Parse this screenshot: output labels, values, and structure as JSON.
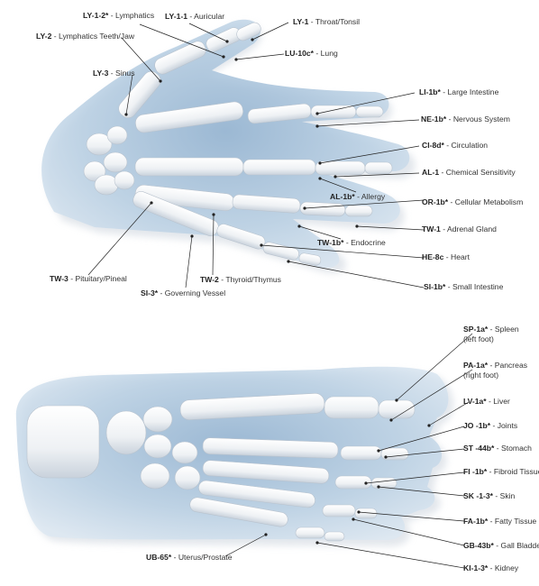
{
  "hand_points": [
    {
      "id": "ly12",
      "code": "LY-1-2*",
      "name": "Lymphatics"
    },
    {
      "id": "ly11",
      "code": "LY-1-1",
      "name": "Auricular"
    },
    {
      "id": "ly1",
      "code": "LY-1",
      "name": "Throat/Tonsil"
    },
    {
      "id": "ly2",
      "code": "LY-2",
      "name": "Lymphatics Teeth/Jaw"
    },
    {
      "id": "lu10c",
      "code": "LU-10c*",
      "name": "Lung"
    },
    {
      "id": "ly3",
      "code": "LY-3",
      "name": "Sinus"
    },
    {
      "id": "li1b",
      "code": "LI-1b*",
      "name": "Large Intestine"
    },
    {
      "id": "ne1b",
      "code": "NE-1b*",
      "name": "Nervous System"
    },
    {
      "id": "ci8d",
      "code": "CI-8d*",
      "name": "Circulation"
    },
    {
      "id": "al1",
      "code": "AL-1",
      "name": "Chemical Sensitivity"
    },
    {
      "id": "al1b",
      "code": "AL-1b*",
      "name": "Allergy"
    },
    {
      "id": "or1b",
      "code": "OR-1b*",
      "name": "Cellular Metabolism"
    },
    {
      "id": "tw1",
      "code": "TW-1",
      "name": "Adrenal Gland"
    },
    {
      "id": "tw1b",
      "code": "TW-1b*",
      "name": "Endocrine"
    },
    {
      "id": "he8c",
      "code": "HE-8c",
      "name": "Heart"
    },
    {
      "id": "tw3",
      "code": "TW-3",
      "name": "Pituitary/Pineal"
    },
    {
      "id": "tw2",
      "code": "TW-2",
      "name": "Thyroid/Thymus"
    },
    {
      "id": "si1b",
      "code": "SI-1b*",
      "name": "Small Intestine"
    },
    {
      "id": "si3",
      "code": "SI-3*",
      "name": "Governing Vessel"
    }
  ],
  "foot_points": [
    {
      "id": "sp1a",
      "code": "SP-1a*",
      "name": "Spleen",
      "note": "(left foot)"
    },
    {
      "id": "pa1a",
      "code": "PA-1a*",
      "name": "Pancreas",
      "note": "(right foot)"
    },
    {
      "id": "lv1a",
      "code": "LV-1a*",
      "name": "Liver"
    },
    {
      "id": "jo1b",
      "code": "JO -1b*",
      "name": "Joints"
    },
    {
      "id": "st44b",
      "code": "ST -44b*",
      "name": "Stomach"
    },
    {
      "id": "fi1b",
      "code": "FI -1b*",
      "name": "Fibroid Tissue"
    },
    {
      "id": "sk13",
      "code": "SK -1-3*",
      "name": "Skin"
    },
    {
      "id": "fa1b",
      "code": "FA-1b*",
      "name": "Fatty Tissue"
    },
    {
      "id": "gb43b",
      "code": "GB-43b*",
      "name": "Gall Bladder"
    },
    {
      "id": "ki13",
      "code": "KI-1-3*",
      "name": "Kidney"
    },
    {
      "id": "ub65",
      "code": "UB-65*",
      "name": "Uterus/Prostate"
    }
  ],
  "separator": " - ",
  "colors": {
    "skin": "#bcd3e6",
    "bone": "#f2f4f6",
    "line": "#222222",
    "text": "#333333"
  }
}
